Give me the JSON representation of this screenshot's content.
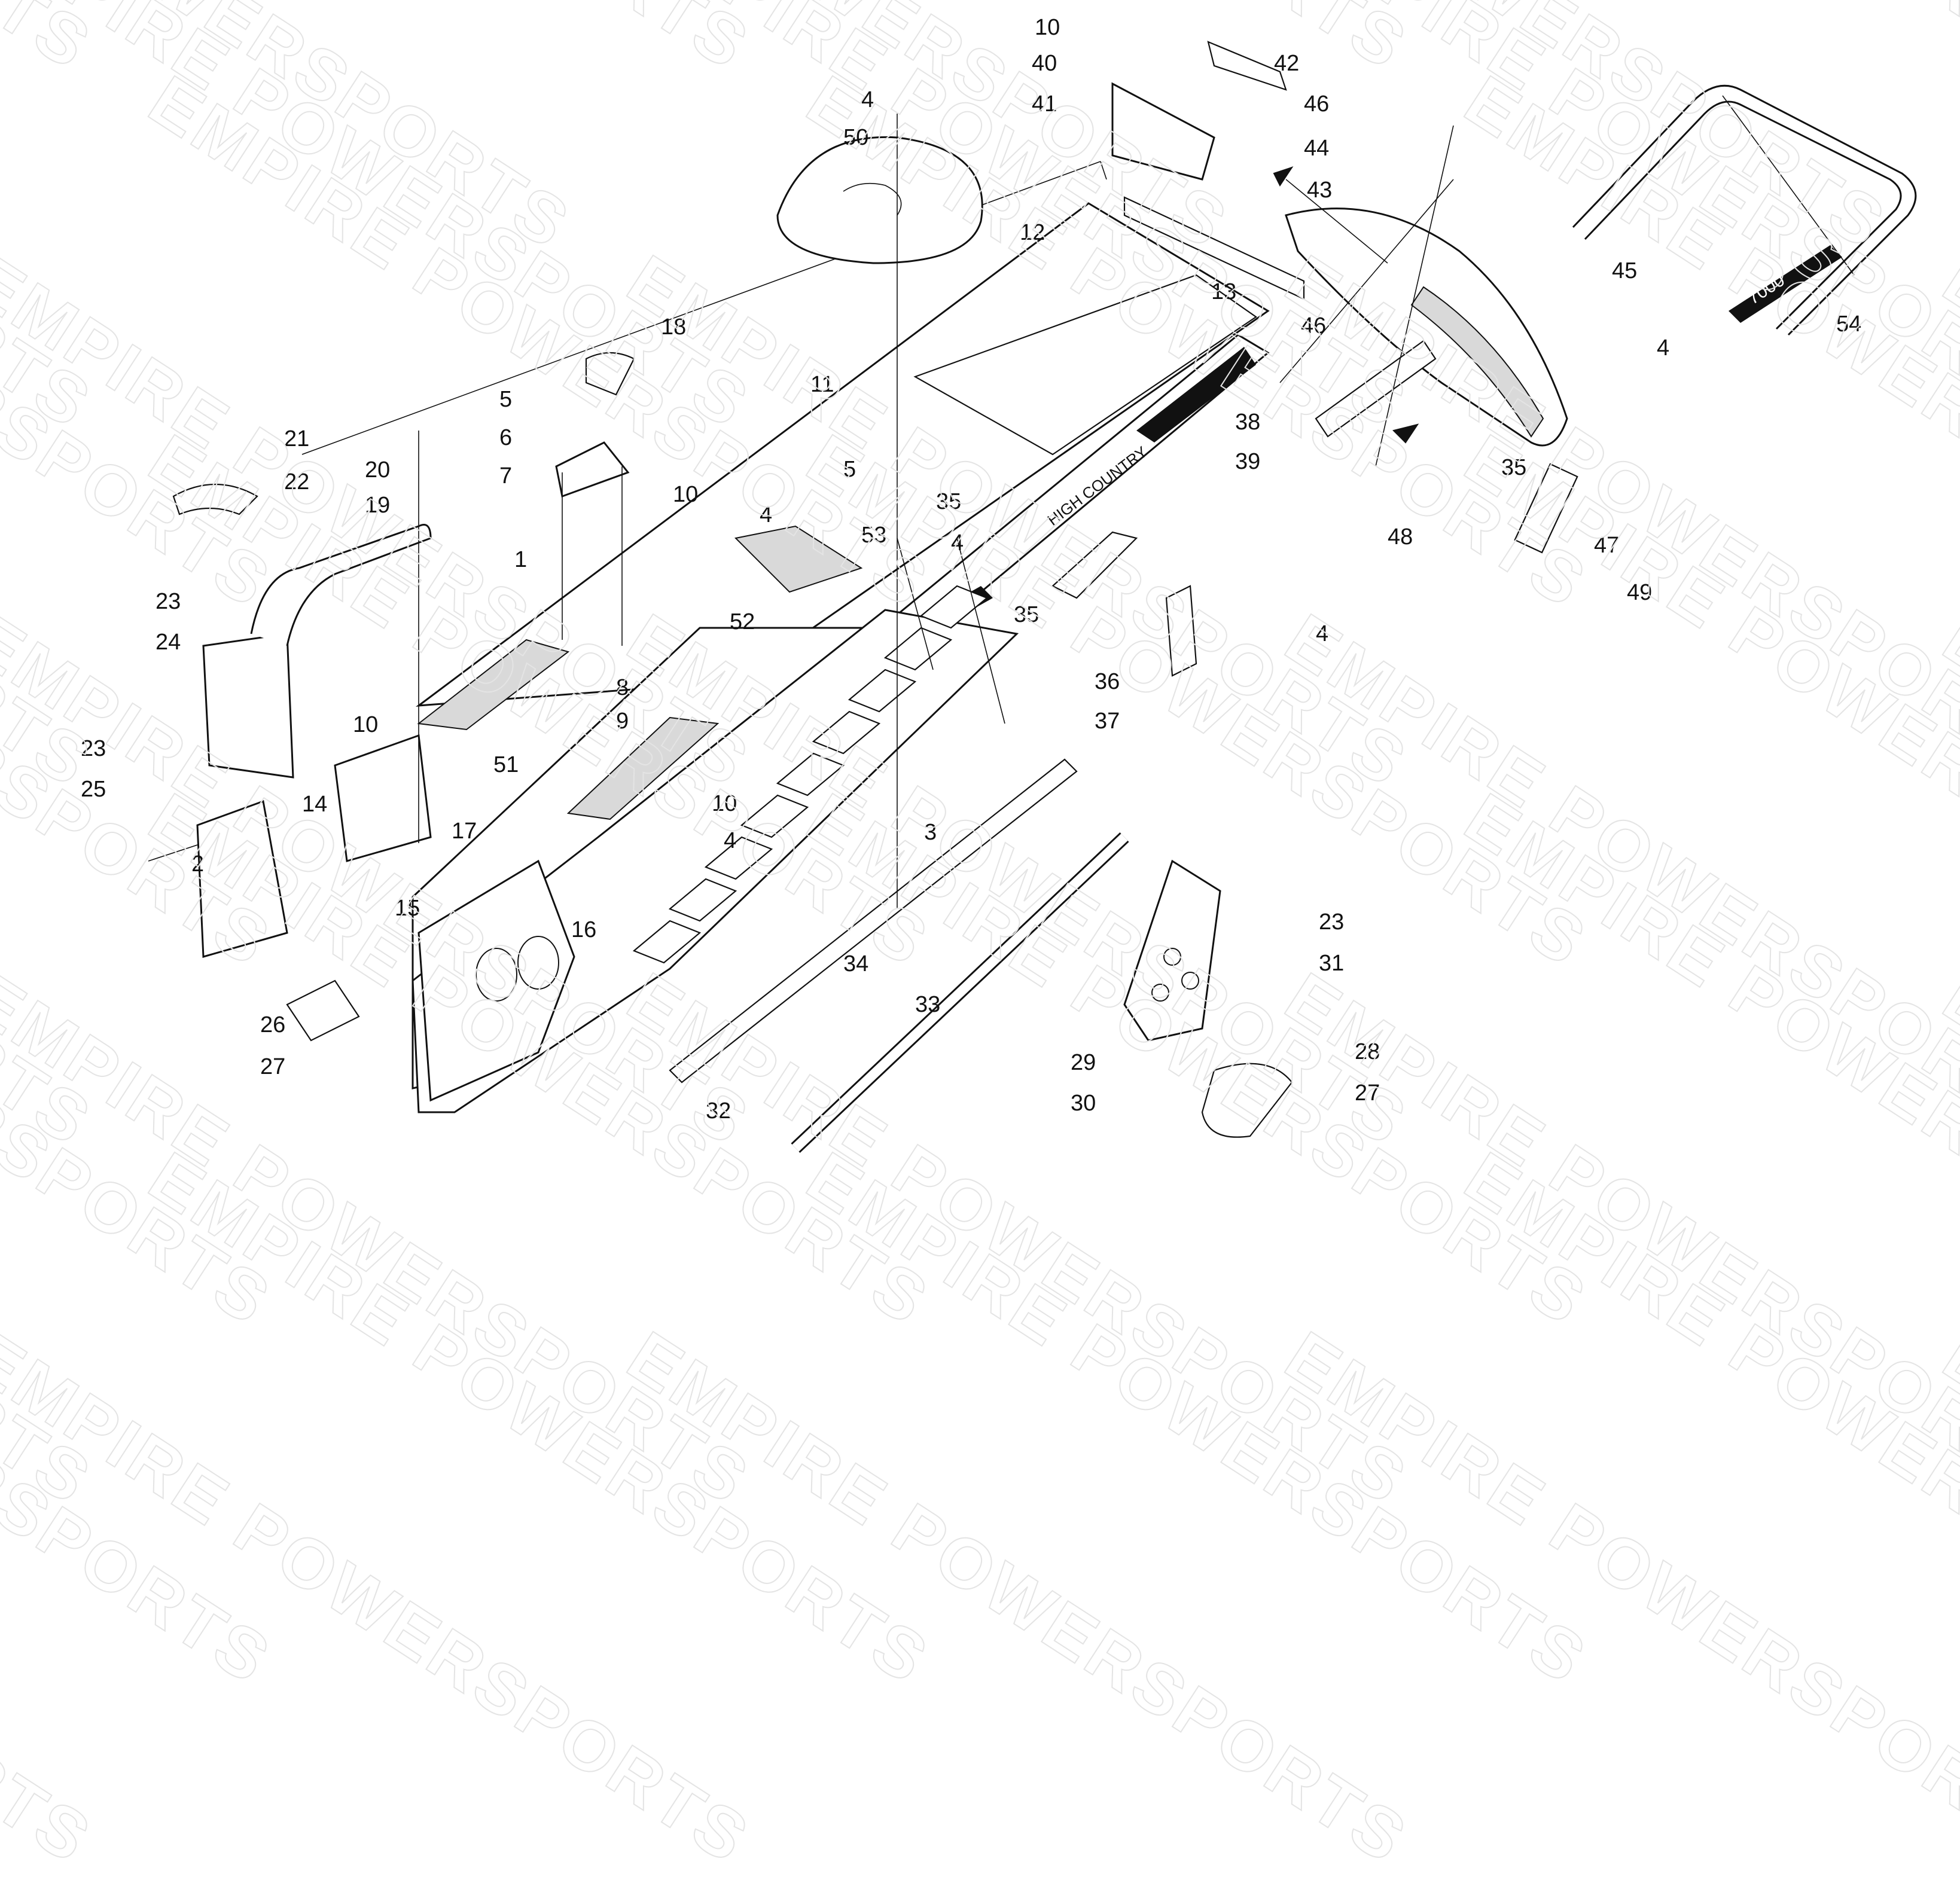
{
  "watermark": {
    "text": "EMPIRE POWERSPORTS"
  },
  "diagram": {
    "callouts": [
      {
        "id": "c1",
        "label": "1"
      },
      {
        "id": "c2",
        "label": "2"
      },
      {
        "id": "c3",
        "label": "3"
      },
      {
        "id": "c4a",
        "label": "4"
      },
      {
        "id": "c4b",
        "label": "4"
      },
      {
        "id": "c4c",
        "label": "4"
      },
      {
        "id": "c4d",
        "label": "4"
      },
      {
        "id": "c4e",
        "label": "4"
      },
      {
        "id": "c4f",
        "label": "4"
      },
      {
        "id": "c5a",
        "label": "5"
      },
      {
        "id": "c5b",
        "label": "5"
      },
      {
        "id": "c6",
        "label": "6"
      },
      {
        "id": "c7",
        "label": "7"
      },
      {
        "id": "c8",
        "label": "8"
      },
      {
        "id": "c9",
        "label": "9"
      },
      {
        "id": "c10a",
        "label": "10"
      },
      {
        "id": "c10b",
        "label": "10"
      },
      {
        "id": "c10c",
        "label": "10"
      },
      {
        "id": "c10d",
        "label": "10"
      },
      {
        "id": "c11",
        "label": "11"
      },
      {
        "id": "c12",
        "label": "12"
      },
      {
        "id": "c13",
        "label": "13"
      },
      {
        "id": "c14",
        "label": "14"
      },
      {
        "id": "c15",
        "label": "15"
      },
      {
        "id": "c16",
        "label": "16"
      },
      {
        "id": "c17",
        "label": "17"
      },
      {
        "id": "c18",
        "label": "18"
      },
      {
        "id": "c19",
        "label": "19"
      },
      {
        "id": "c20",
        "label": "20"
      },
      {
        "id": "c21",
        "label": "21"
      },
      {
        "id": "c22",
        "label": "22"
      },
      {
        "id": "c23a",
        "label": "23"
      },
      {
        "id": "c23b",
        "label": "23"
      },
      {
        "id": "c23c",
        "label": "23"
      },
      {
        "id": "c24",
        "label": "24"
      },
      {
        "id": "c25",
        "label": "25"
      },
      {
        "id": "c26",
        "label": "26"
      },
      {
        "id": "c27a",
        "label": "27"
      },
      {
        "id": "c27b",
        "label": "27"
      },
      {
        "id": "c28",
        "label": "28"
      },
      {
        "id": "c29",
        "label": "29"
      },
      {
        "id": "c30",
        "label": "30"
      },
      {
        "id": "c31",
        "label": "31"
      },
      {
        "id": "c32",
        "label": "32"
      },
      {
        "id": "c33",
        "label": "33"
      },
      {
        "id": "c34",
        "label": "34"
      },
      {
        "id": "c35a",
        "label": "35"
      },
      {
        "id": "c35b",
        "label": "35"
      },
      {
        "id": "c35c",
        "label": "35"
      },
      {
        "id": "c36",
        "label": "36"
      },
      {
        "id": "c37",
        "label": "37"
      },
      {
        "id": "c38",
        "label": "38"
      },
      {
        "id": "c39",
        "label": "39"
      },
      {
        "id": "c40",
        "label": "40"
      },
      {
        "id": "c41",
        "label": "41"
      },
      {
        "id": "c42",
        "label": "42"
      },
      {
        "id": "c43",
        "label": "43"
      },
      {
        "id": "c44",
        "label": "44"
      },
      {
        "id": "c45",
        "label": "45"
      },
      {
        "id": "c46a",
        "label": "46"
      },
      {
        "id": "c46b",
        "label": "46"
      },
      {
        "id": "c47",
        "label": "47"
      },
      {
        "id": "c48",
        "label": "48"
      },
      {
        "id": "c49",
        "label": "49"
      },
      {
        "id": "c50",
        "label": "50"
      },
      {
        "id": "c51",
        "label": "51"
      },
      {
        "id": "c52",
        "label": "52"
      },
      {
        "id": "c53",
        "label": "53"
      },
      {
        "id": "c54",
        "label": "54"
      }
    ],
    "decals": {
      "tunnel_text": "HIGH COUNTRY",
      "bumper_text": "7000"
    }
  }
}
